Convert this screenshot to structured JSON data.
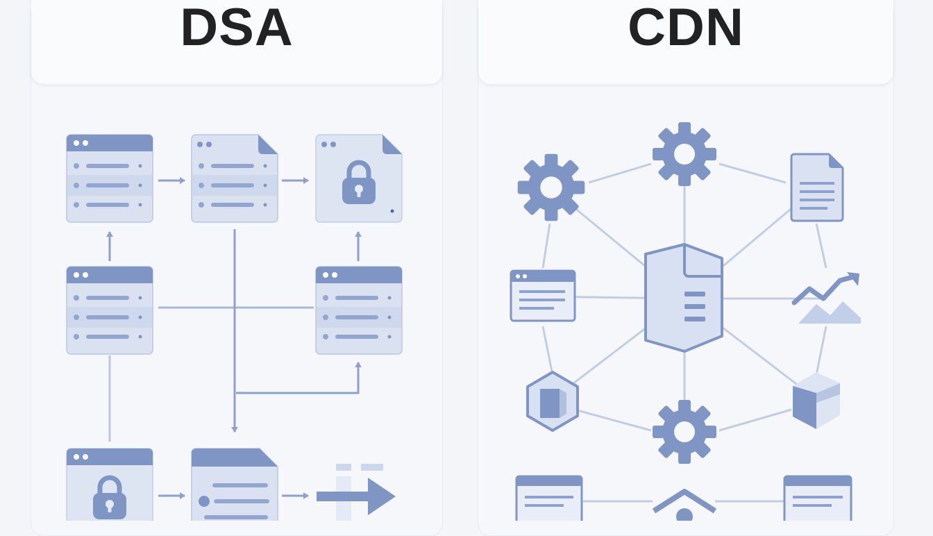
{
  "titles": {
    "left": "DSA",
    "right": "CDN"
  },
  "colors": {
    "accent": "#7f95c4",
    "fill": "#dde5f3",
    "fill_dark": "#c7d3ea",
    "line": "#c5cfe2"
  },
  "dsa_nodes": [
    {
      "id": "dsa-window-1",
      "icon": "window-list-icon"
    },
    {
      "id": "dsa-document-1",
      "icon": "document-list-icon"
    },
    {
      "id": "dsa-locked-document",
      "icon": "lock-document-icon"
    },
    {
      "id": "dsa-window-2",
      "icon": "window-list-icon"
    },
    {
      "id": "dsa-window-3",
      "icon": "window-list-icon"
    },
    {
      "id": "dsa-locked-window",
      "icon": "lock-window-icon"
    },
    {
      "id": "dsa-document-2",
      "icon": "document-list-icon"
    },
    {
      "id": "dsa-forward-arrow",
      "icon": "forward-arrow-icon"
    }
  ],
  "cdn_nodes": [
    {
      "id": "cdn-center-server",
      "icon": "server-document-icon"
    },
    {
      "id": "cdn-gear-top",
      "icon": "gear-icon"
    },
    {
      "id": "cdn-gear-left",
      "icon": "gear-icon"
    },
    {
      "id": "cdn-document",
      "icon": "document-icon"
    },
    {
      "id": "cdn-window",
      "icon": "window-icon"
    },
    {
      "id": "cdn-chart",
      "icon": "trend-chart-icon"
    },
    {
      "id": "cdn-hexagon-left",
      "icon": "hexagon-icon"
    },
    {
      "id": "cdn-hexagon-right",
      "icon": "hexagon-icon"
    },
    {
      "id": "cdn-gear-bottom",
      "icon": "gear-icon"
    }
  ]
}
